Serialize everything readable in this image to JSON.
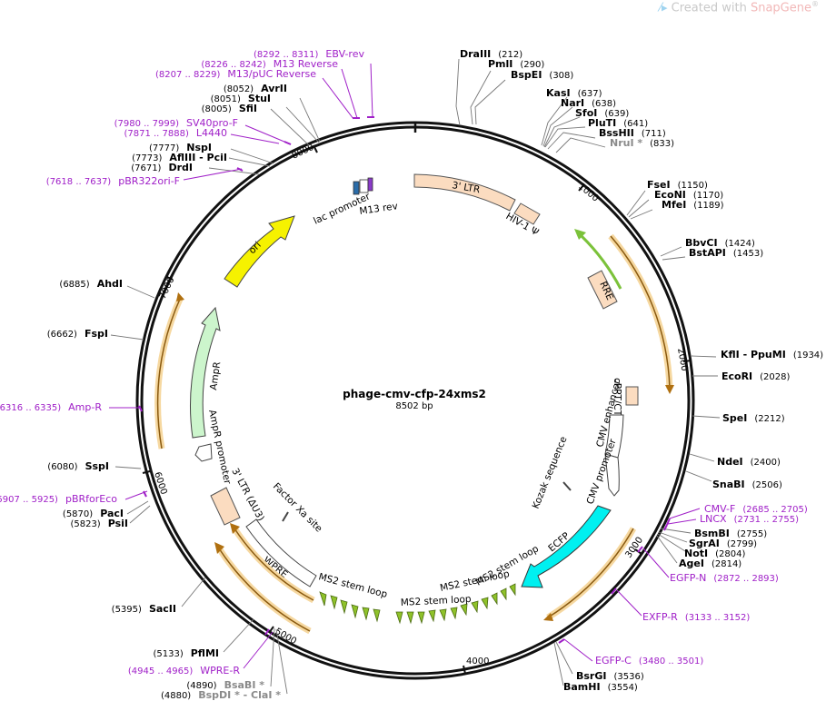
{
  "watermark": {
    "prefix": "Created with ",
    "brand": "SnapGene",
    "mark": "®"
  },
  "plasmid": {
    "name": "phage-cmv-cfp-24xms2",
    "length": "8502 bp"
  },
  "enzymes_right": [
    {
      "name": "DraIII",
      "pos": "(212)"
    },
    {
      "name": "PmlI",
      "pos": "(290)"
    },
    {
      "name": "BspEI",
      "pos": "(308)"
    },
    {
      "name": "KasI",
      "pos": "(637)"
    },
    {
      "name": "NarI",
      "pos": "(638)"
    },
    {
      "name": "SfoI",
      "pos": "(639)"
    },
    {
      "name": "PluTI",
      "pos": "(641)"
    },
    {
      "name": "BssHII",
      "pos": "(711)"
    },
    {
      "name": "NruI *",
      "pos": "(833)"
    },
    {
      "name": "FseI",
      "pos": "(1150)"
    },
    {
      "name": "EcoNI",
      "pos": "(1170)"
    },
    {
      "name": "MfeI",
      "pos": "(1189)"
    },
    {
      "name": "BbvCI",
      "pos": "(1424)"
    },
    {
      "name": "BstAPI",
      "pos": "(1453)"
    },
    {
      "name": "KflI  -  PpuMI",
      "pos": "(1934)"
    },
    {
      "name": "EcoRI",
      "pos": "(2028)"
    },
    {
      "name": "SpeI",
      "pos": "(2212)"
    },
    {
      "name": "NdeI",
      "pos": "(2400)"
    },
    {
      "name": "SnaBI",
      "pos": "(2506)"
    },
    {
      "name": "BsmBI",
      "pos": "(2755)"
    },
    {
      "name": "SgrAI",
      "pos": "(2799)"
    },
    {
      "name": "NotI",
      "pos": "(2804)"
    },
    {
      "name": "AgeI",
      "pos": "(2814)"
    },
    {
      "name": "BsrGI",
      "pos": "(3536)"
    },
    {
      "name": "BamHI",
      "pos": "(3554)"
    }
  ],
  "enzymes_left": [
    {
      "name": "AvrII",
      "pos": "(8052)"
    },
    {
      "name": "StuI",
      "pos": "(8051)"
    },
    {
      "name": "SfiI",
      "pos": "(8005)"
    },
    {
      "name": "NspI",
      "pos": "(7777)"
    },
    {
      "name": "AflIII  -  PciI",
      "pos": "(7773)"
    },
    {
      "name": "DrdI",
      "pos": "(7671)"
    },
    {
      "name": "AhdI",
      "pos": "(6885)"
    },
    {
      "name": "FspI",
      "pos": "(6662)"
    },
    {
      "name": "SspI",
      "pos": "(6080)"
    },
    {
      "name": "PacI",
      "pos": "(5870)"
    },
    {
      "name": "PsiI",
      "pos": "(5823)"
    },
    {
      "name": "SacII",
      "pos": "(5395)"
    },
    {
      "name": "PflMI",
      "pos": "(5133)"
    },
    {
      "name": "BsaBI *",
      "pos": "(4890)"
    },
    {
      "name": "BspDI *  -  ClaI *",
      "pos": "(4880)"
    }
  ],
  "primers": [
    {
      "name": "EBV-rev",
      "pos": "(8292 .. 8311)"
    },
    {
      "name": "M13 Reverse",
      "pos": "(8226 .. 8242)"
    },
    {
      "name": "M13/pUC Reverse",
      "pos": "(8207 .. 8229)"
    },
    {
      "name": "SV40pro-F",
      "pos": "(7980 .. 7999)"
    },
    {
      "name": "L4440",
      "pos": "(7871 .. 7888)"
    },
    {
      "name": "pBR322ori-F",
      "pos": "(7618 .. 7637)"
    },
    {
      "name": "Amp-R",
      "pos": "(6316 .. 6335)"
    },
    {
      "name": "pBRforEco",
      "pos": "(5907 .. 5925)"
    },
    {
      "name": "WPRE-R",
      "pos": "(4945 .. 4965)"
    },
    {
      "name": "CMV-F",
      "pos": "(2685 .. 2705)"
    },
    {
      "name": "LNCX",
      "pos": "(2731 .. 2755)"
    },
    {
      "name": "EGFP-N",
      "pos": "(2872 .. 2893)"
    },
    {
      "name": "EXFP-R",
      "pos": "(3133 .. 3152)"
    },
    {
      "name": "EGFP-C",
      "pos": "(3480 .. 3501)"
    }
  ],
  "features": {
    "ltr3": "3' LTR",
    "hiv": "HIV-1 Ψ",
    "rre": "RRE",
    "cppt": "cPPT/CTS",
    "cmv_enh": "CMV enhancer",
    "cmv_pro": "CMV promoter",
    "kozak": "Kozak sequence",
    "ecfp": "ECFP",
    "ms2a": "MS2 stem loop",
    "ms2b": "MS2 stem loop",
    "ms2c": "MS2 stem loop",
    "ms2d": "MS2 stem loop",
    "wpre": "WPRE",
    "factorxa": "Factor Xa site",
    "ltr3du3": "3' LTR (ΔU3)",
    "ampr_pro": "AmpR promoter",
    "ampr": "AmpR",
    "ori": "ori",
    "lac": "lac promoter",
    "m13rev": "M13 rev"
  },
  "ticks": [
    "1000",
    "2000",
    "3000",
    "4000",
    "5000",
    "6000",
    "7000",
    "8000"
  ],
  "colors": {
    "backbone": "#111111",
    "ltr": "#fbdcc0",
    "ori": "#f6f200",
    "ampr": "#ccf5cc",
    "ecfp": "#00f0f0",
    "ms2": "#8fc22a",
    "orf_orange": "#f0b040",
    "rre_green": "#7bc23a",
    "primer": "#a020c8"
  }
}
